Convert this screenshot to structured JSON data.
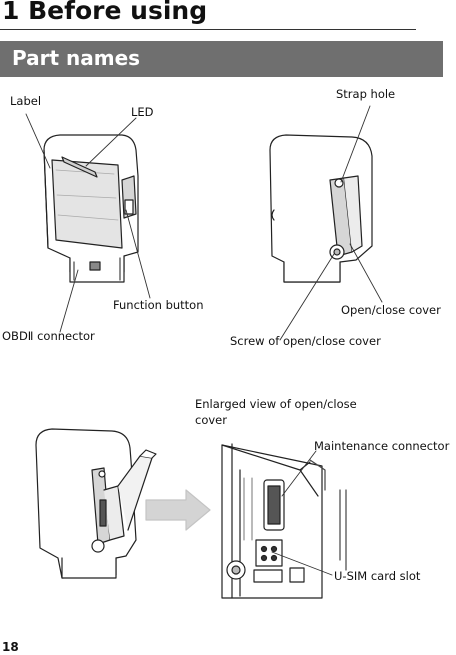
{
  "chapter": {
    "title": "1 Before using"
  },
  "section": {
    "title": "Part names"
  },
  "labels": {
    "label": "Label",
    "led": "LED",
    "strap_hole": "Strap hole",
    "function_button": "Function button",
    "obd_connector": "OBDⅡ  connector",
    "open_close_cover": "Open/close cover",
    "screw_cover": "Screw of open/close cover",
    "enlarged_view_line1": "Enlarged view of open/close",
    "enlarged_view_line2": "cover",
    "maintenance_connector": "Maintenance connector",
    "usim_slot": "U-SIM card slot"
  },
  "page": {
    "number": "18"
  }
}
